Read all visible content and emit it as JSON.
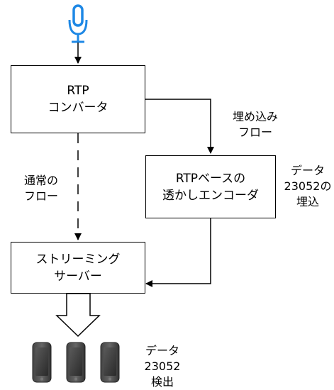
{
  "nodes": {
    "converter": {
      "line1": "RTP",
      "line2": "コンバータ"
    },
    "encoder": {
      "line1": "RTPベースの",
      "line2": "透かしエンコーダ"
    },
    "streaming": {
      "line1": "ストリーミング",
      "line2": "サーバー"
    }
  },
  "labels": {
    "embed_flow": {
      "line1": "埋め込み",
      "line2": "フロー"
    },
    "normal_flow": {
      "line1": "通常の",
      "line2": "フロー"
    },
    "data_embed": {
      "line1": "データ",
      "line2": "23052の",
      "line3": "埋込"
    },
    "data_detect": {
      "line1": "データ",
      "line2": "23052",
      "line3": "検出"
    }
  },
  "colors": {
    "microphone": "#1e88e5",
    "device_body": "#2b2b2b"
  },
  "icons": [
    "microphone-icon",
    "smartphone-icon"
  ]
}
